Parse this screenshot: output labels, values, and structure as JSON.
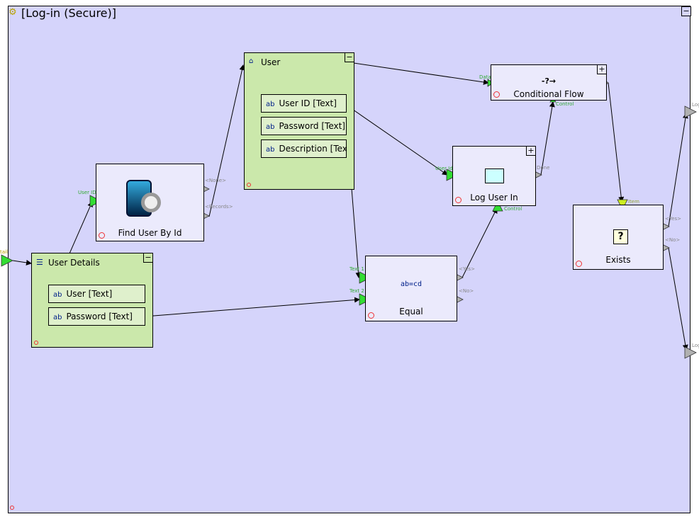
{
  "canvas": {
    "title": "[Log-in (Secure)]",
    "collapse_label": "−",
    "background": "#d5d4fb"
  },
  "ports_outer": {
    "left_label": "tail",
    "right_top_label": "Log",
    "right_bottom_label": "Log"
  },
  "find_user": {
    "title": "Find User By Id",
    "in_label": "User ID",
    "out1": "<None>",
    "out2": "<Records>",
    "icon": "database-search-icon"
  },
  "user_details": {
    "title": "User Details",
    "collapse": "−",
    "fields": [
      "User [Text]",
      "Password [Text]"
    ]
  },
  "user": {
    "title": "User",
    "collapse": "−",
    "fields": [
      "User ID [Text]",
      "Password [Text]",
      "Description [Tex"
    ]
  },
  "conditional": {
    "title": "Conditional Flow",
    "symbol": "-?→",
    "expand": "+",
    "in_label": "Data",
    "control_label": "Control"
  },
  "log_user_in": {
    "title": "Log User In",
    "expand": "+",
    "in_label": "User Id",
    "out_label": "Done",
    "control_label": "Control"
  },
  "equal": {
    "title": "Equal",
    "in1": "Text 1",
    "in2": "Text 2",
    "out_yes": "<Yes>",
    "out_no": "<No>"
  },
  "exists": {
    "title": "Exists",
    "in_label": "Item",
    "out_yes": "<Yes>",
    "out_no": "<No>"
  },
  "colors": {
    "input_port": "#33dd33",
    "output_port": "#b0b0b0",
    "item_port": "#ccee22",
    "node": "#ebeafc",
    "container": "#cbe8ab"
  }
}
